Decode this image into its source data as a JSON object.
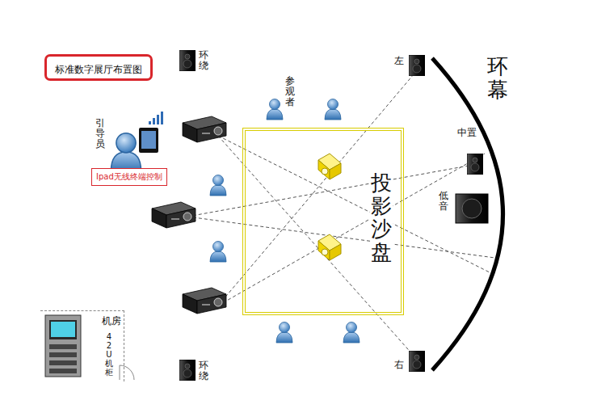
{
  "diagram": {
    "title": "标准数字展厅布置图",
    "nodes": [
      {
        "text": [
          "Ipad无线终端控制"
        ]
      },
      {
        "text": [
          "投影沙盘"
        ]
      },
      {
        "text": [
          "机房",
          "42U机柜"
        ]
      }
    ],
    "labels": [
      "环绕",
      "参观者",
      "左",
      "环幕",
      "引导员",
      "中置",
      "低音",
      "环绕",
      "右"
    ]
  }
}
